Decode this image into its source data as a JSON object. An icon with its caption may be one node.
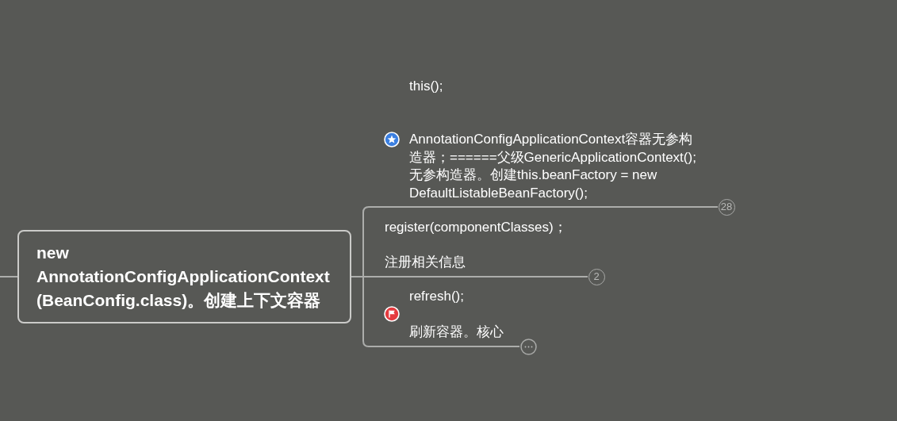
{
  "diagram": {
    "nodes": [
      {
        "text": [
          "new AnnotationConfigApplicationContext (BeanConfig.class)。创建上下文容器"
        ]
      },
      {
        "text": [
          "this();",
          "AnnotationConfigApplicationContext容器无参构造器；======父级GenericApplicationContext();无参构造器。创建this.beanFactory = new DefaultListableBeanFactory();"
        ],
        "beside": [
          "28"
        ]
      },
      {
        "text": [
          "register(componentClasses)；",
          "注册相关信息"
        ],
        "beside": [
          "2"
        ]
      },
      {
        "text": [
          "refresh();",
          "刷新容器。核心"
        ]
      }
    ],
    "edges": [
      {
        "from": null,
        "to": 0,
        "arrow": "none"
      },
      {
        "from": 0,
        "to": 1,
        "arrow": "none"
      },
      {
        "from": 0,
        "to": 2,
        "arrow": "none"
      },
      {
        "from": 0,
        "to": 3,
        "arrow": "none"
      }
    ]
  }
}
